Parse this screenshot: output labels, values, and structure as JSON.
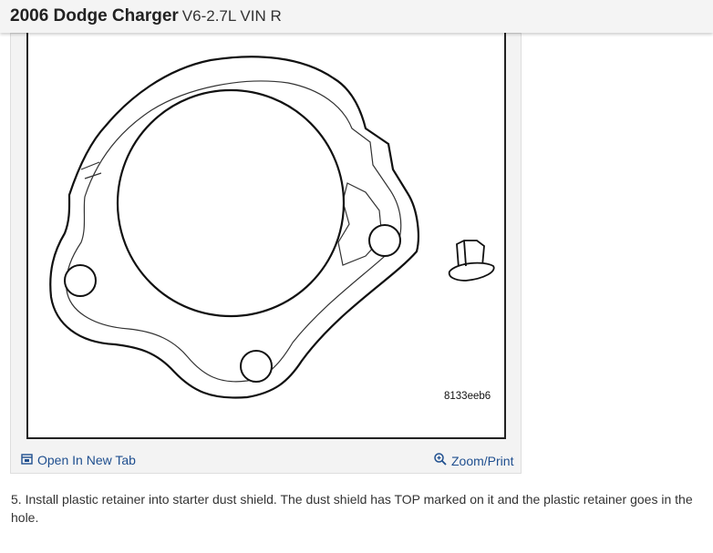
{
  "header": {
    "title_main": "2006 Dodge Charger",
    "title_sub": "V6-2.7L VIN R"
  },
  "figure": {
    "code": "8133eeb6",
    "open_tab_label": "Open In New Tab",
    "zoom_label": "Zoom/Print"
  },
  "instructions": {
    "step": "5. Install plastic retainer into starter dust shield. The dust shield has TOP marked on it and the plastic retainer goes in the hole."
  },
  "colors": {
    "link": "#1f4f8f",
    "header_bg": "#f4f4f4"
  }
}
